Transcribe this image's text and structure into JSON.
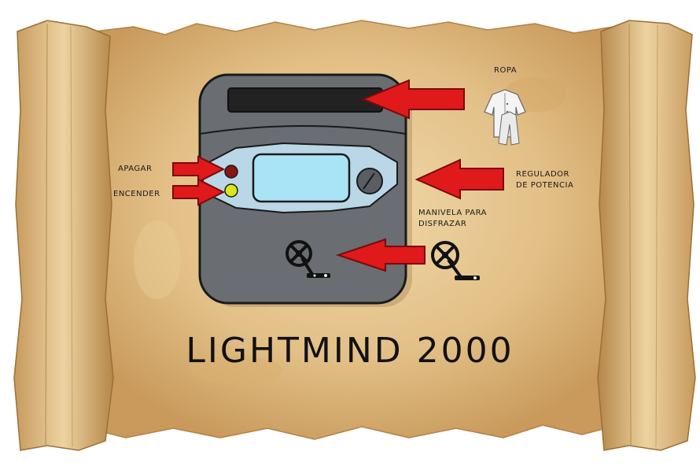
{
  "title": "LIGHTMIND 2000",
  "labels": {
    "ropa": "ROPA",
    "apagar": "APAGAR",
    "encender": "ENCENDER",
    "regulador_line1": "REGULADOR",
    "regulador_line2": "DE POTENCIA",
    "manivela_line1": "MANIVELA PARA",
    "manivela_line2": "DISFRAZAR"
  },
  "colors": {
    "parchment": "#e2bf86",
    "parchment_dark": "#b88a4c",
    "device_body": "#666a6e",
    "device_outline": "#1a1a1a",
    "screen": "#a8e4f5",
    "panel": "#b9d7e6",
    "arrow": "#e0191b",
    "button_off": "#8a1416",
    "button_on": "#d6e81c"
  },
  "icons": [
    "clothing-icon",
    "crank-icon",
    "knob-icon"
  ]
}
